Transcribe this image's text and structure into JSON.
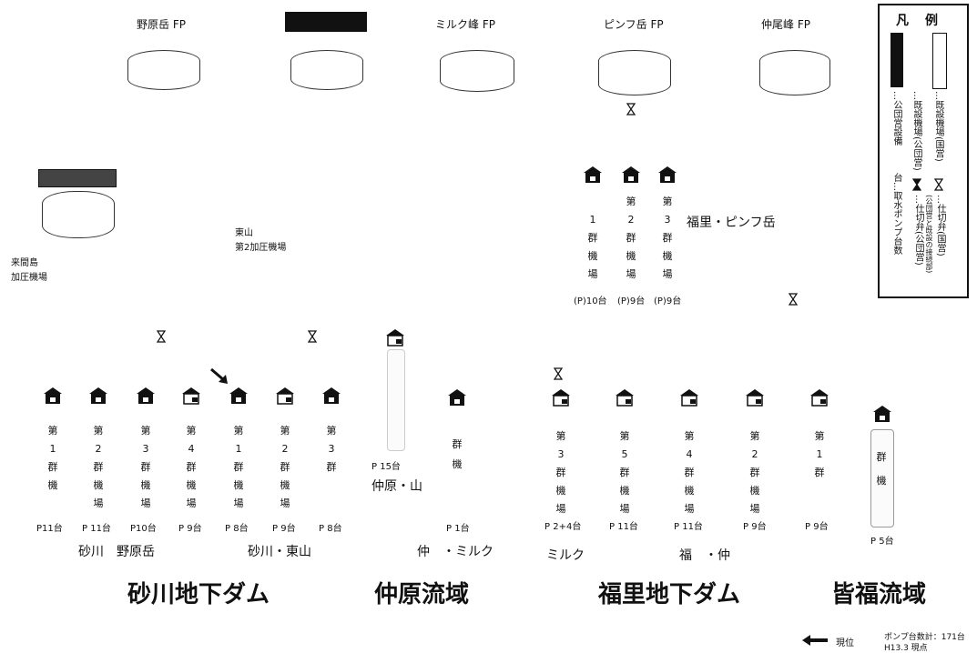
{
  "top": {
    "fp_labels": [
      "野原岳 FP",
      "ミルク峰 FP",
      "ピンフ岳 FP",
      "仲尾峰 FP"
    ]
  },
  "left_station": {
    "label_line1": "来間島",
    "label_line2": "加圧機場"
  },
  "middle_station": {
    "label_line1": "東山",
    "label_line2": "第2加圧機場"
  },
  "fukuzato_upper": {
    "columns": [
      {
        "chars": [
          "1",
          "群",
          "機",
          "場"
        ],
        "pump": "(P)10台"
      },
      {
        "chars": [
          "第",
          "2",
          "群",
          "機",
          "場"
        ],
        "pump": "(P)9台"
      },
      {
        "chars": [
          "第",
          "3",
          "群",
          "機",
          "場"
        ],
        "pump": "(P)9台"
      }
    ],
    "title": "福里・ピンフ岳"
  },
  "sunagawa": {
    "columns": [
      {
        "chars": [
          "第",
          "1",
          "群",
          "機"
        ],
        "pump": "P11台"
      },
      {
        "chars": [
          "第",
          "2",
          "群",
          "機",
          "場"
        ],
        "pump": "P 11台"
      },
      {
        "chars": [
          "第",
          "3",
          "群",
          "機",
          "場"
        ],
        "pump": "P10台"
      },
      {
        "chars": [
          "第",
          "4",
          "群",
          "機",
          "場"
        ],
        "pump": "P 9台"
      },
      {
        "chars": [
          "第",
          "1",
          "群",
          "機",
          "場"
        ],
        "pump": "P 8台"
      },
      {
        "chars": [
          "第",
          "2",
          "群",
          "機",
          "場"
        ],
        "pump": "P 9台"
      },
      {
        "chars": [
          "第",
          "3",
          "群"
        ],
        "pump": "P 8台"
      }
    ],
    "group1": "砂川　野原岳",
    "group2": "砂川・東山"
  },
  "nakahara": {
    "pump_tall": "P 15台",
    "partial_label": "仲原・山",
    "right_col_chars": [
      "群",
      "機"
    ],
    "right_pump": "P 1台",
    "group": "仲　・ミルク"
  },
  "fukuzato_lower": {
    "columns": [
      {
        "chars": [
          "第",
          "3",
          "群",
          "機",
          "場"
        ],
        "pump": "P 2+4台"
      },
      {
        "chars": [
          "第",
          "5",
          "群",
          "機",
          "場"
        ],
        "pump": "P 11台"
      },
      {
        "chars": [
          "第",
          "4",
          "群",
          "機",
          "場"
        ],
        "pump": "P 11台"
      },
      {
        "chars": [
          "第",
          "2",
          "群",
          "機",
          "場"
        ],
        "pump": "P 9台"
      },
      {
        "chars": [
          "第",
          "1",
          "群"
        ],
        "pump": "P 9台"
      }
    ],
    "group_left": "ミルク",
    "group_right": "福　・仲"
  },
  "minafuku": {
    "chars": [
      "群",
      "機"
    ],
    "pump": "P 5台"
  },
  "regions": [
    "砂川地下ダム",
    "仲原流域",
    "福里地下ダム",
    "皆福流域"
  ],
  "legend": {
    "title_left": "凡",
    "title_right": "例",
    "item_black": "…公団営設備",
    "item_white": "…既設機場(国営)",
    "item_white2": "…既設機場(公団営)",
    "item_valve1": "…仕切弁(国営)",
    "item_valve2": "…仕切弁(公団営)",
    "item_valve2_sub": "(公団営と既設の接続部)",
    "item_pump": "台…取水ポンプ台数"
  },
  "footer": {
    "arrow_label": "現位",
    "total_line1": "ポンプ台数計：171台",
    "total_line2": "H13.3 現点"
  },
  "colors": {
    "ink": "#111111",
    "background": "#ffffff"
  },
  "icons": [
    "house-icon",
    "tank-icon",
    "valve-icon",
    "arrow-left-icon",
    "pointer-arrow-icon"
  ]
}
